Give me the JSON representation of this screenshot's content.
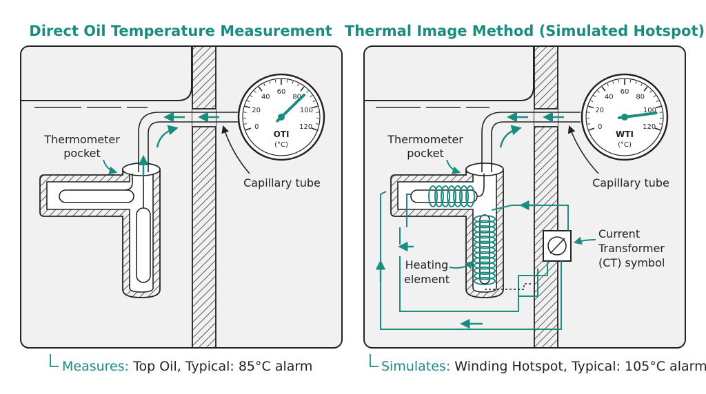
{
  "colors": {
    "accent": "#1a8c80",
    "line": "#222222",
    "panel_bg": "#f1f1f1"
  },
  "left": {
    "title": "Direct Oil Temperature Measurement",
    "pocket_line1": "Thermometer",
    "pocket_line2": "pocket",
    "capillary": "Capillary tube",
    "gauge_code": "OTI",
    "gauge_unit": "(°C)",
    "gauge_ticks": [
      "0",
      "20",
      "40",
      "60",
      "80",
      "100",
      "120"
    ],
    "caption_key": "Measures:",
    "caption_value": " Top Oil, Typical: 85°C alarm",
    "needle_value": 85
  },
  "right": {
    "title": "Thermal Image Method (Simulated Hotspot)",
    "pocket_line1": "Thermometer",
    "pocket_line2": "pocket",
    "capillary": "Capillary tube",
    "gauge_code": "WTI",
    "gauge_unit": "(°C)",
    "gauge_ticks": [
      "0",
      "20",
      "40",
      "60",
      "80",
      "100",
      "120"
    ],
    "heating_line1": "Heating",
    "heating_line2": "element",
    "ct_line1": "Current",
    "ct_line2": "Transformer",
    "ct_line3": "(CT) symbol",
    "caption_key": "Simulates:",
    "caption_value": " Winding Hotspot, Typical: 105°C alarm",
    "needle_value": 105
  }
}
